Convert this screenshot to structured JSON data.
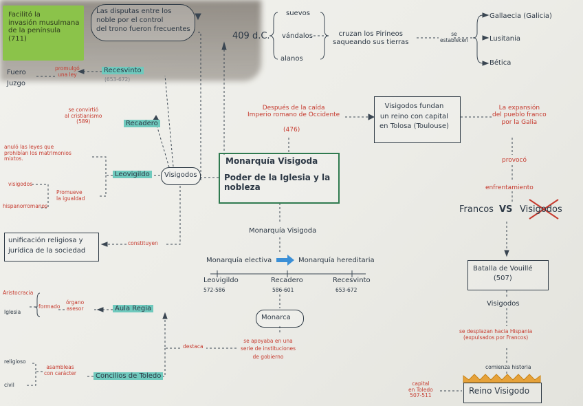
{
  "colors": {
    "ink": "#2c3845",
    "red_ink": "#c63a2e",
    "teal_highlight": "#6fc9bd",
    "green_note": "#8bc34a",
    "green_border": "#2f7a4f"
  },
  "center": {
    "title": "Monarquía Visigoda",
    "subtitle": "Poder de la Iglesia y la nobleza"
  },
  "top": {
    "note": "Facilitó la\ninvasión musulmana\nde la península\n(711)",
    "cloud": "Las disputas entre los\nnoble por el control\ndel trono fueron frecuentes",
    "year": "409 d.C.",
    "peoples": [
      "suevos",
      "vándalos",
      "alanos"
    ],
    "action": "cruzan los Pirineos\nsaqueando sus tierras",
    "settle": "se\nestablecen",
    "regions": [
      "Gallaecia (Galicia)",
      "Lusitania",
      "Bética"
    ]
  },
  "fall": {
    "text": "Después de la caída\nImperio romano de Occidente",
    "year": "(476)"
  },
  "tolosa": {
    "text": "Visigodos fundan\nun reino con capital\nen Tolosa (Toulouse)"
  },
  "right": {
    "expansion": "La expansión\ndel pueblo franco\npor la Galia",
    "provoco": "provocó",
    "enfrentamiento": "enfrentamiento",
    "francos": "Francos",
    "vs": "VS",
    "visigodos_crossed": "Visigodos",
    "battle": "Batalla de Vouillé\n(507)",
    "visigodos": "Visigodos",
    "desplazan": "se desplazan hacia Hispania\n(expulsados por Francos)",
    "comienza": "comienza historia",
    "reino": "Reino Visigodo",
    "capital": "capital\nen Toledo\n507-511"
  },
  "left": {
    "fuero": "Fuero\nJuzgo",
    "promulgo": "promulgó\nuna ley",
    "recesvinto": "Recesvinto",
    "recesvinto_years": "(653-672)",
    "se_convirtio": "se convirtió\nal cristianismo\n(589)",
    "recadero": "Recadero",
    "anulo": "anuló las leyes que\nprohibían los matrimonios\nmixtos.",
    "leovigildo": "Leovigildo",
    "visigodos_node": "Visigodos",
    "visigodos_small": "visigodos",
    "hispanorromanos": "hispanorromanos",
    "promueve": "Promueve\nla igualdad",
    "unificacion": "unificación religiosa y\njurídica de la sociedad",
    "constituyen": "constituyen"
  },
  "middle": {
    "monarquia_visigoda": "Monarquía Visigoda",
    "electiva": "Monarquía electiva",
    "hereditaria": "Monarquía hereditaria",
    "kings": [
      {
        "name": "Leovigildo",
        "years": "572-586"
      },
      {
        "name": "Recadero",
        "years": "586-601"
      },
      {
        "name": "Recesvinto",
        "years": "653-672"
      }
    ],
    "monarca": "Monarca",
    "apoyaba": "se apoyaba en una\nserie de instituciones\nde gobierno",
    "destaca": "destaca"
  },
  "institutions": {
    "aristocracia": "Aristocracia",
    "iglesia": "Iglesia",
    "formado": "formado",
    "organo": "órgano\nasesor",
    "aula_regia": "Aula Regia",
    "religioso": "religioso",
    "civil": "civil",
    "asambleas": "asambleas\ncon carácter",
    "concilios": "Concilios de Toledo"
  }
}
